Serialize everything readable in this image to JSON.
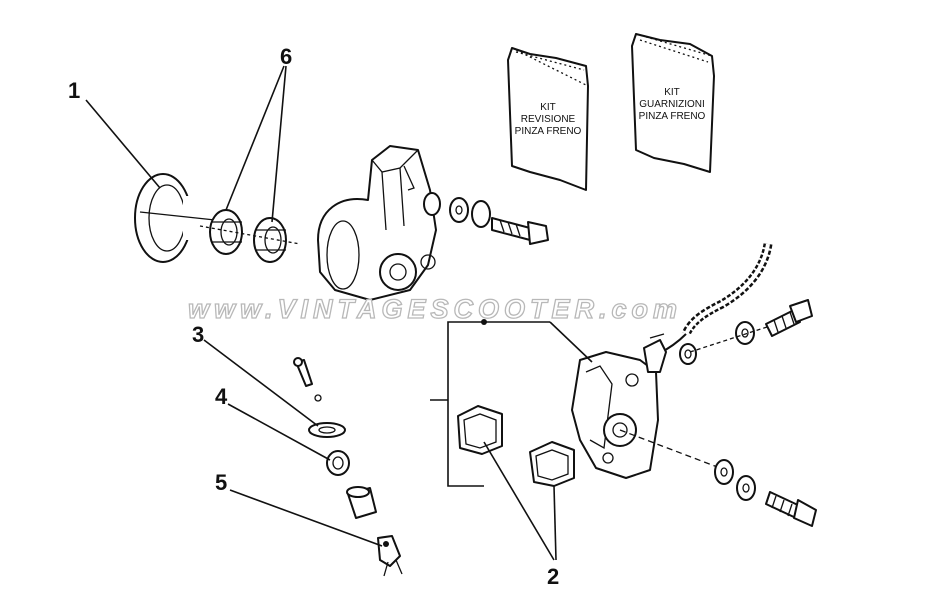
{
  "diagram": {
    "callouts": [
      "1",
      "2",
      "3",
      "4",
      "5",
      "6"
    ],
    "kits": [
      {
        "line1": "KIT",
        "line2": "REVISIONE",
        "line3": "PINZA FRENO"
      },
      {
        "line1": "KIT",
        "line2": "GUARNIZIONI",
        "line3": "PINZA FRENO"
      }
    ],
    "watermark": "www.VINTAGESCOOTER.com"
  },
  "colors": {
    "ink": "#111111",
    "watermark_outline": "#b8b8b8",
    "background": "#ffffff"
  }
}
